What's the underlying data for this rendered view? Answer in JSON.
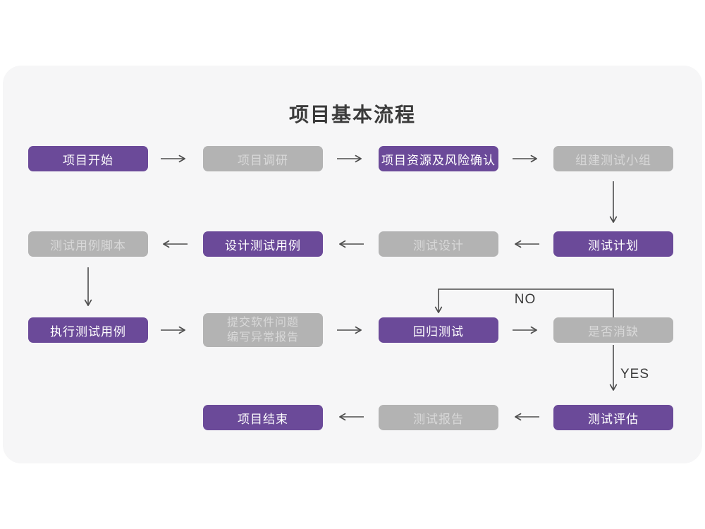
{
  "title": "项目基本流程",
  "decision_labels": {
    "no": "NO",
    "yes": "YES"
  },
  "nodes": [
    {
      "label": "项目开始",
      "variant": "purple"
    },
    {
      "label": "项目调研",
      "variant": "gray"
    },
    {
      "label": "项目资源及风险确认",
      "variant": "purple"
    },
    {
      "label": "组建测试小组",
      "variant": "gray"
    },
    {
      "label": "测试计划",
      "variant": "purple"
    },
    {
      "label": "测试设计",
      "variant": "gray"
    },
    {
      "label": "设计测试用例",
      "variant": "purple"
    },
    {
      "label": "测试用例脚本",
      "variant": "gray"
    },
    {
      "label": "执行测试用例",
      "variant": "purple"
    },
    {
      "label": "提交软件问题\n编写异常报告",
      "variant": "gray"
    },
    {
      "label": "回归测试",
      "variant": "purple"
    },
    {
      "label": "是否消缺",
      "variant": "gray"
    },
    {
      "label": "测试评估",
      "variant": "purple"
    },
    {
      "label": "测试报告",
      "variant": "gray"
    },
    {
      "label": "项目结束",
      "variant": "purple"
    }
  ],
  "colors": {
    "purple": "#6b4a99",
    "gray": "#b3b3b3",
    "card": "#f6f6f7",
    "arrow": "#4d4d4d",
    "text-dark": "#3b3b3b",
    "gray-node-text": "#d8d8d8"
  }
}
